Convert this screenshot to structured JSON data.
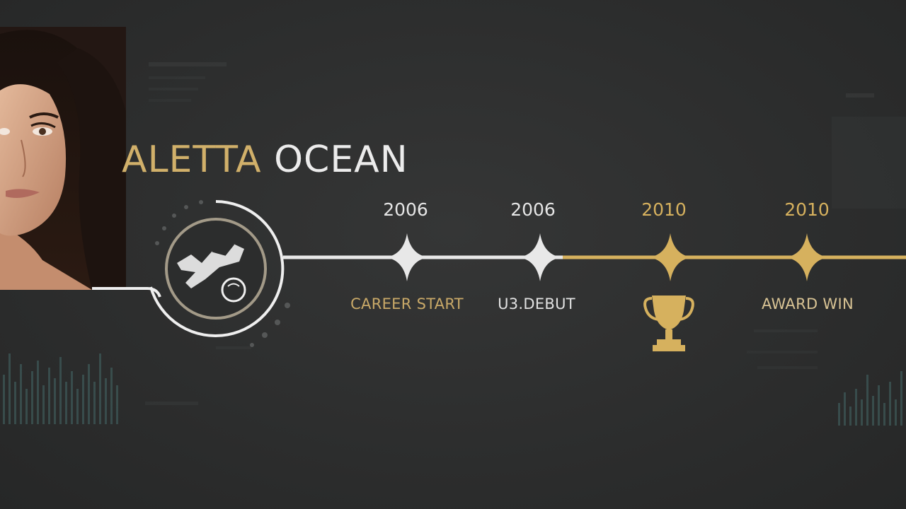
{
  "name": {
    "first": "ALETTA",
    "last": "OCEAN"
  },
  "milestones": [
    {
      "year": "2006",
      "label": "CAREER START"
    },
    {
      "year": "2006",
      "label": "U3.DEBUT"
    },
    {
      "year": "2010",
      "label": ""
    },
    {
      "year": "2010",
      "label": "AWARD WIN"
    }
  ],
  "colors": {
    "gold": "#d6b15e",
    "line": "#e8e8e8",
    "background": "#2e2f2f"
  },
  "icons": [
    "microphone-icon",
    "trophy-icon"
  ]
}
